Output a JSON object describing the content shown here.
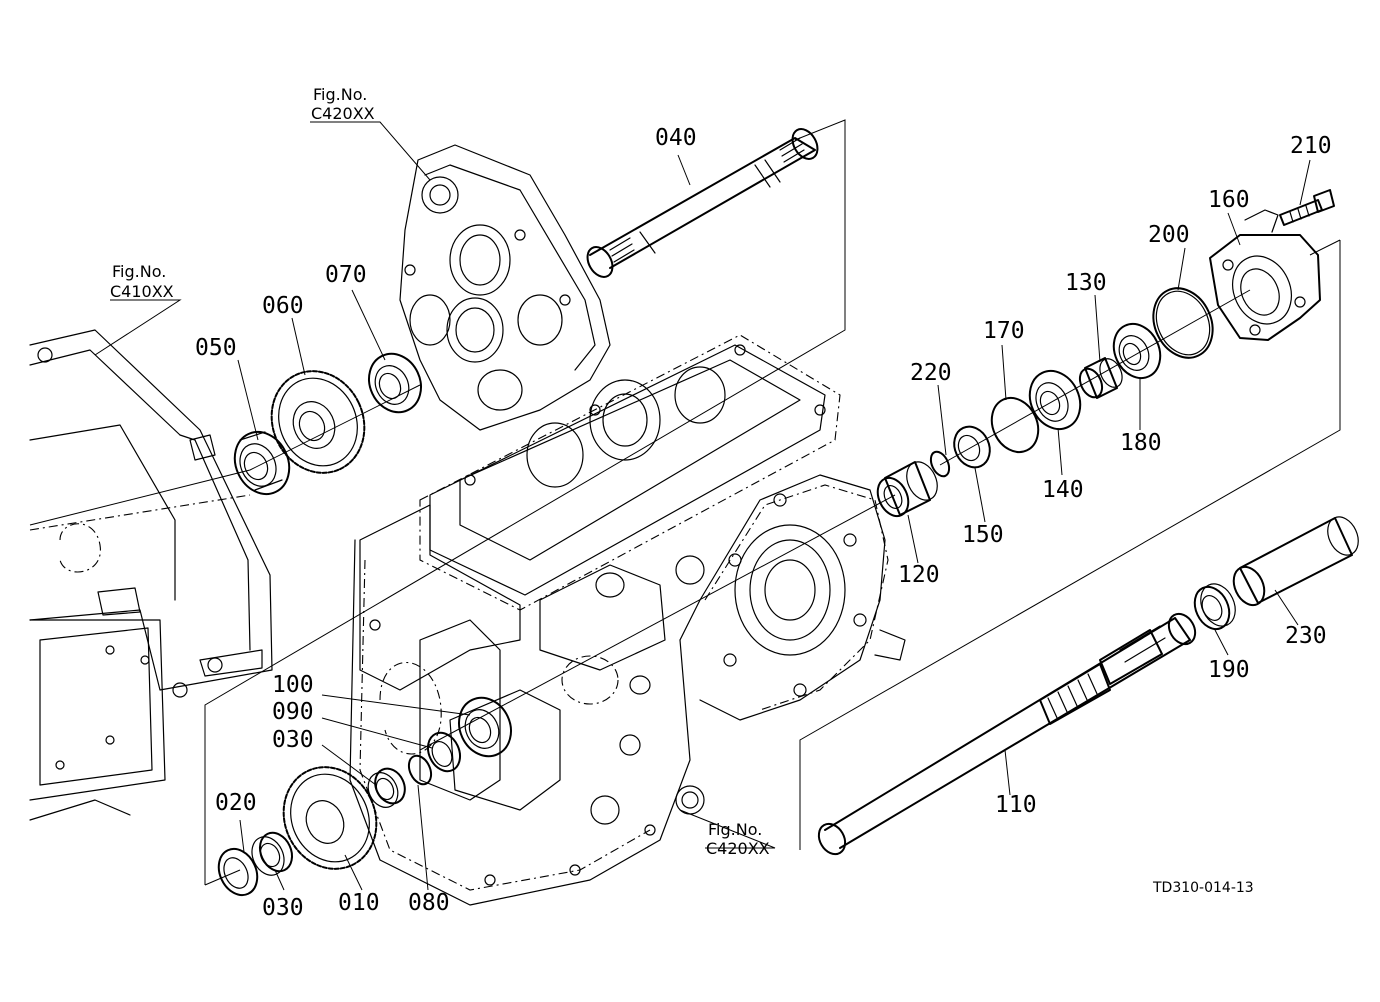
{
  "parts": [
    {
      "id": "p010",
      "label": "010"
    },
    {
      "id": "p020",
      "label": "020"
    },
    {
      "id": "p030a",
      "label": "030"
    },
    {
      "id": "p030b",
      "label": "030"
    },
    {
      "id": "p040",
      "label": "040"
    },
    {
      "id": "p050",
      "label": "050"
    },
    {
      "id": "p060",
      "label": "060"
    },
    {
      "id": "p070",
      "label": "070"
    },
    {
      "id": "p080",
      "label": "080"
    },
    {
      "id": "p090",
      "label": "090"
    },
    {
      "id": "p100",
      "label": "100"
    },
    {
      "id": "p110",
      "label": "110"
    },
    {
      "id": "p120",
      "label": "120"
    },
    {
      "id": "p130",
      "label": "130"
    },
    {
      "id": "p140",
      "label": "140"
    },
    {
      "id": "p150",
      "label": "150"
    },
    {
      "id": "p160",
      "label": "160"
    },
    {
      "id": "p170",
      "label": "170"
    },
    {
      "id": "p180",
      "label": "180"
    },
    {
      "id": "p190",
      "label": "190"
    },
    {
      "id": "p200",
      "label": "200"
    },
    {
      "id": "p210",
      "label": "210"
    },
    {
      "id": "p220",
      "label": "220"
    },
    {
      "id": "p230",
      "label": "230"
    }
  ],
  "figure_refs": [
    {
      "prefix": "Fig.No.",
      "code": "C420XX"
    },
    {
      "prefix": "Fig.No.",
      "code": "C410XX"
    },
    {
      "prefix": "Fig.No.",
      "code": "C420XX"
    }
  ],
  "drawing_code": "TD310-014-13"
}
